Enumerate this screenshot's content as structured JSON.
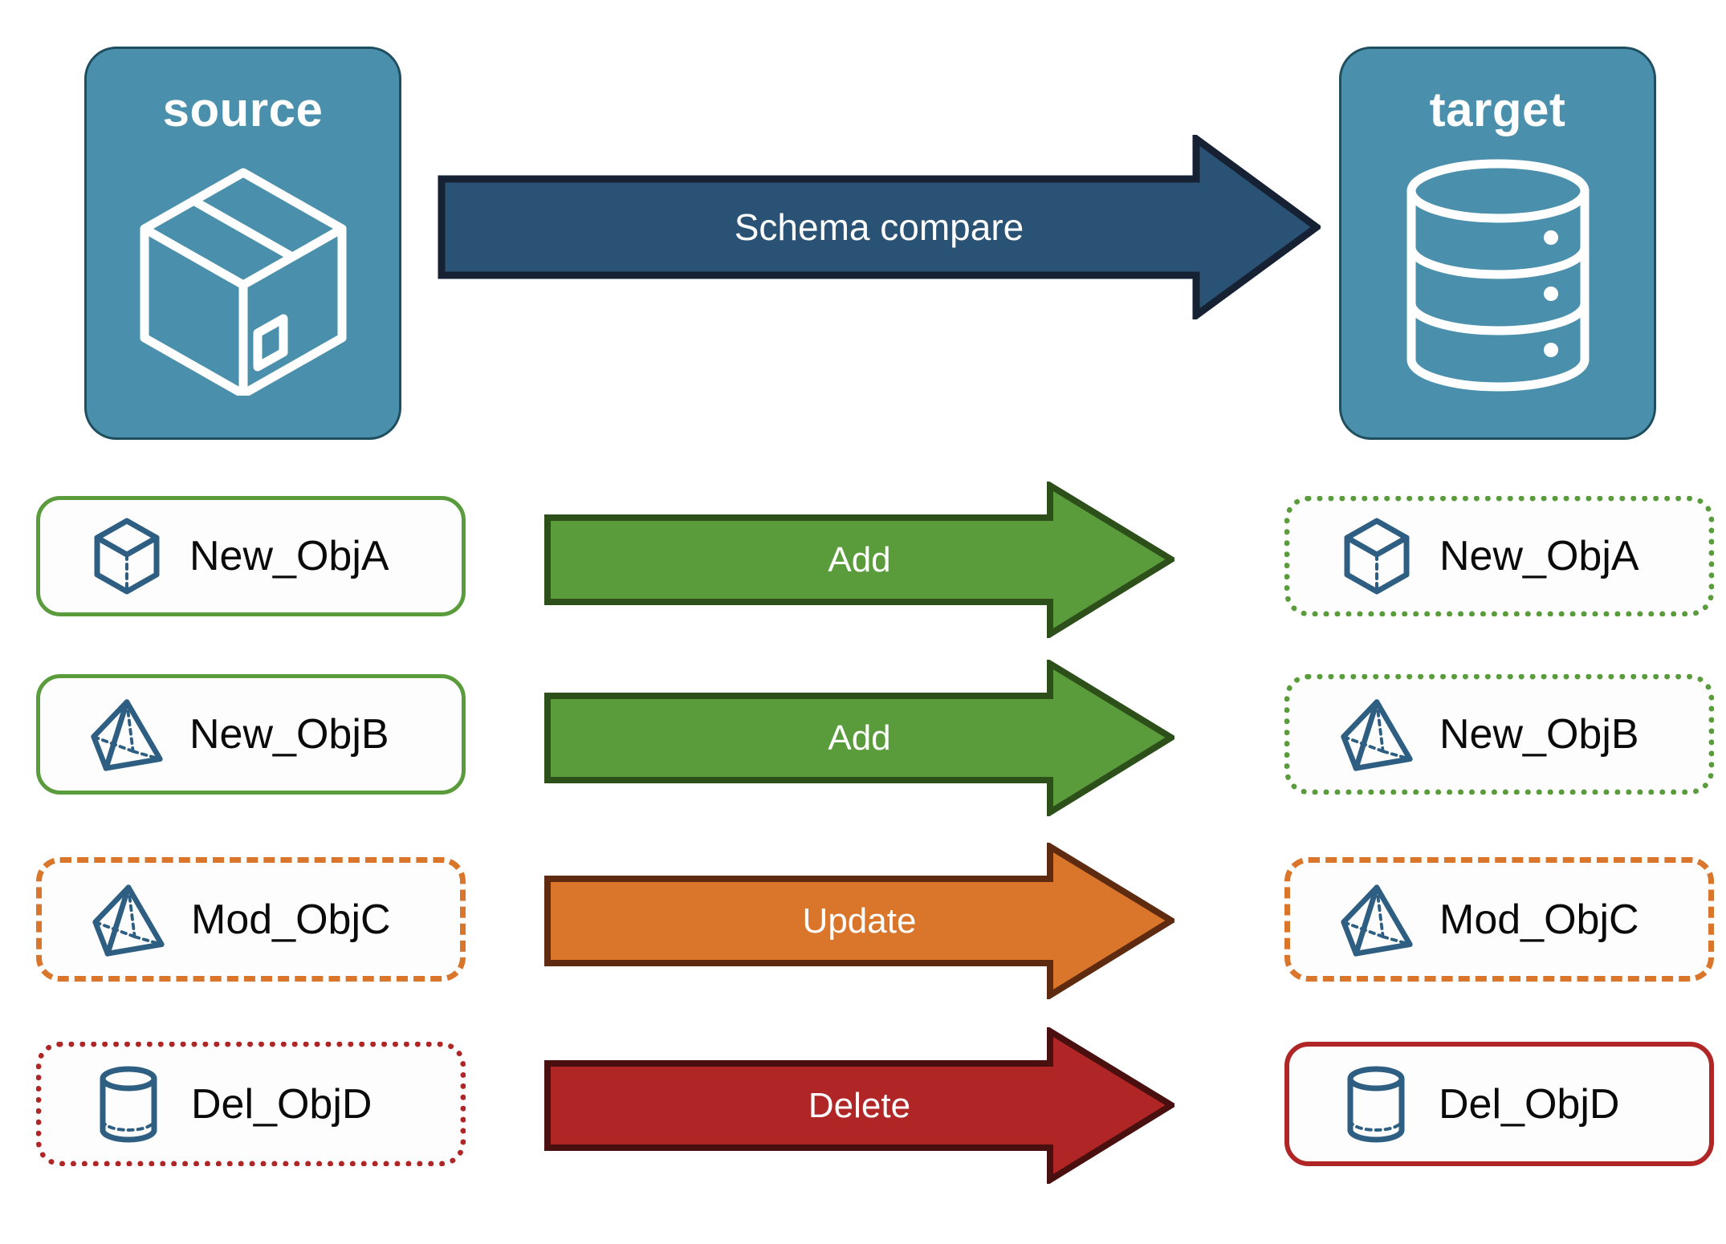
{
  "endpoints": {
    "source": {
      "title": "source",
      "icon": "package-box-icon",
      "fill": "#4a90ac",
      "stroke": "#1f4e5f"
    },
    "target": {
      "title": "target",
      "icon": "database-cylinder-icon",
      "fill": "#4a90ac",
      "stroke": "#1f4e5f"
    }
  },
  "main_arrow": {
    "label": "Schema compare",
    "fill": "#2a5274",
    "stroke": "#162234"
  },
  "rows": [
    {
      "source": {
        "label": "New_ObjA",
        "icon": "wireframe-cube-icon",
        "border_style": "solid",
        "border_color": "#5a9b3c"
      },
      "arrow": {
        "label": "Add",
        "fill": "#5a9b3c",
        "stroke": "#2d4f1a"
      },
      "target": {
        "label": "New_ObjA",
        "icon": "wireframe-cube-icon",
        "border_style": "dotted",
        "border_color": "#5a9b3c"
      }
    },
    {
      "source": {
        "label": "New_ObjB",
        "icon": "wireframe-pyramid-icon",
        "border_style": "solid",
        "border_color": "#5a9b3c"
      },
      "arrow": {
        "label": "Add",
        "fill": "#5a9b3c",
        "stroke": "#2d4f1a"
      },
      "target": {
        "label": "New_ObjB",
        "icon": "wireframe-pyramid-icon",
        "border_style": "dotted",
        "border_color": "#5a9b3c"
      }
    },
    {
      "source": {
        "label": "Mod_ObjC",
        "icon": "wireframe-pyramid-icon",
        "border_style": "dashed",
        "border_color": "#d9762b"
      },
      "arrow": {
        "label": "Update",
        "fill": "#d9762b",
        "stroke": "#5e2a10"
      },
      "target": {
        "label": "Mod_ObjC",
        "icon": "wireframe-pyramid-icon",
        "border_style": "dashed",
        "border_color": "#d9762b"
      }
    },
    {
      "source": {
        "label": "Del_ObjD",
        "icon": "wireframe-cylinder-icon",
        "border_style": "dotted",
        "border_color": "#b02525"
      },
      "arrow": {
        "label": "Delete",
        "fill": "#b02525",
        "stroke": "#4a1010"
      },
      "target": {
        "label": "Del_ObjD",
        "icon": "wireframe-cylinder-icon",
        "border_style": "solid",
        "border_color": "#b02525"
      }
    }
  ],
  "palette": {
    "object_icon_blue": "#2e5f82",
    "card_background": "#fdfdfd",
    "page_background": "#ffffff",
    "label_text": "#0a0a0a"
  }
}
